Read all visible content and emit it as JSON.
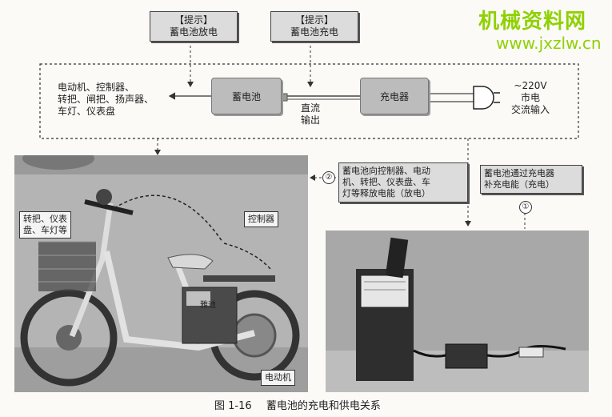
{
  "watermark": {
    "title": "机械资料网",
    "url": "www.jxzlw.cn"
  },
  "tips": {
    "discharge": {
      "line1": "【提示】",
      "line2": "蓄电池放电"
    },
    "charge": {
      "line1": "【提示】",
      "line2": "蓄电池充电"
    }
  },
  "diagram": {
    "loads": [
      "电动机、控制器、",
      "转把、闸把、扬声器、",
      "车灯、仪表盘"
    ],
    "battery": "蓄电池",
    "dc_output": [
      "直流",
      "输出"
    ],
    "charger": "充电器",
    "mains": [
      "~220V",
      "市电",
      "交流输入"
    ]
  },
  "callouts": {
    "discharge_desc": [
      "蓄电池向控制器、电动",
      "机、转把、仪表盘、车",
      "灯等释放电能（放电）"
    ],
    "charge_desc": [
      "蓄电池通过充电器",
      "补充电能（充电）"
    ],
    "num1": "①",
    "num2": "②"
  },
  "photo_labels": {
    "handlebar": [
      "转把、仪表",
      "盘、车灯等"
    ],
    "controller": "控制器",
    "motor": "电动机",
    "bike_logo": "雅迪"
  },
  "caption": {
    "figure": "图 1-16",
    "text": "蓄电池的充电和供电关系"
  }
}
